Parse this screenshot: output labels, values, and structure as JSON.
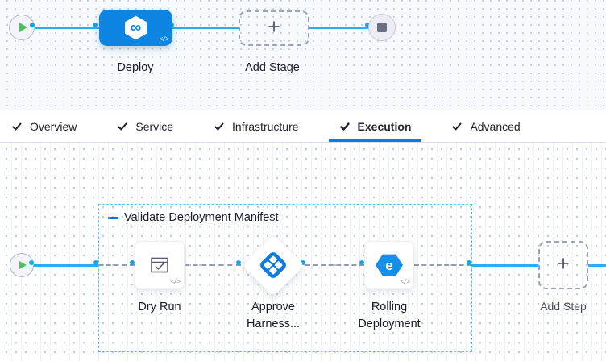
{
  "colors": {
    "accent_blue": "#0a7ce0",
    "node_blue": "#0d85e2",
    "connector_cyan": "#2badee",
    "play_green": "#4cc05c"
  },
  "stage_canvas": {
    "deploy": {
      "label": "Deploy",
      "code_glyph": "</>",
      "icon_glyph": "∞"
    },
    "add_stage": {
      "label": "Add Stage",
      "plus_glyph": "+"
    }
  },
  "tab_bar": {
    "active_tab": "Execution",
    "tabs": [
      {
        "label": "Overview"
      },
      {
        "label": "Service"
      },
      {
        "label": "Infrastructure"
      },
      {
        "label": "Execution"
      },
      {
        "label": "Advanced"
      }
    ]
  },
  "execution_canvas": {
    "group": {
      "label": "Validate Deployment Manifest"
    },
    "steps": [
      {
        "label": "Dry Run",
        "icon": "dry-run-icon",
        "code_glyph": "</>"
      },
      {
        "label": "Approve Harness...",
        "icon": "harness-approval-icon"
      },
      {
        "label": "Rolling Deployment",
        "icon": "rolling-deployment-icon",
        "code_glyph": "</>",
        "icon_glyph": "e"
      }
    ],
    "add_step": {
      "label": "Add Step",
      "plus_glyph": "+"
    }
  }
}
